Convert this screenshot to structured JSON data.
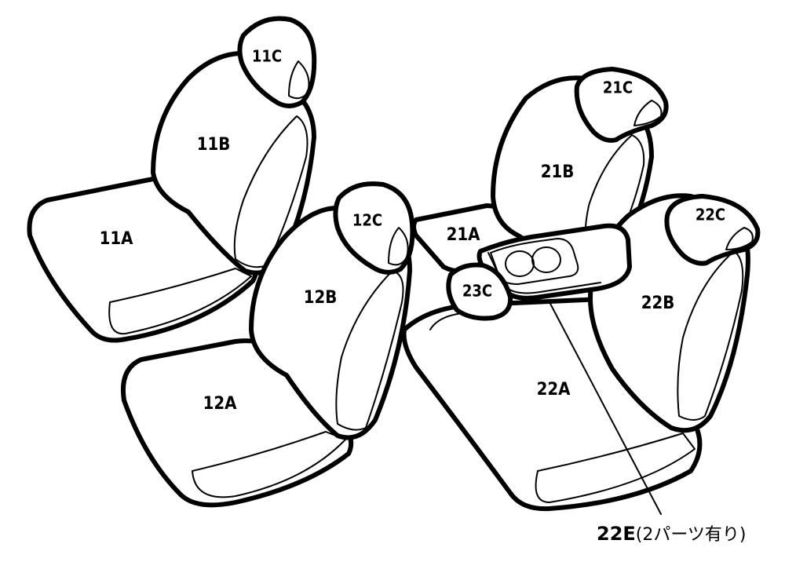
{
  "parts": {
    "p11A": "11A",
    "p11B": "11B",
    "p11C": "11C",
    "p12A": "12A",
    "p12B": "12B",
    "p12C": "12C",
    "p21A": "21A",
    "p21B": "21B",
    "p21C": "21C",
    "p22A": "22A",
    "p22B": "22B",
    "p22C": "22C",
    "p23C": "23C"
  },
  "note": {
    "code": "22E",
    "text": "(2パーツ有り)"
  }
}
